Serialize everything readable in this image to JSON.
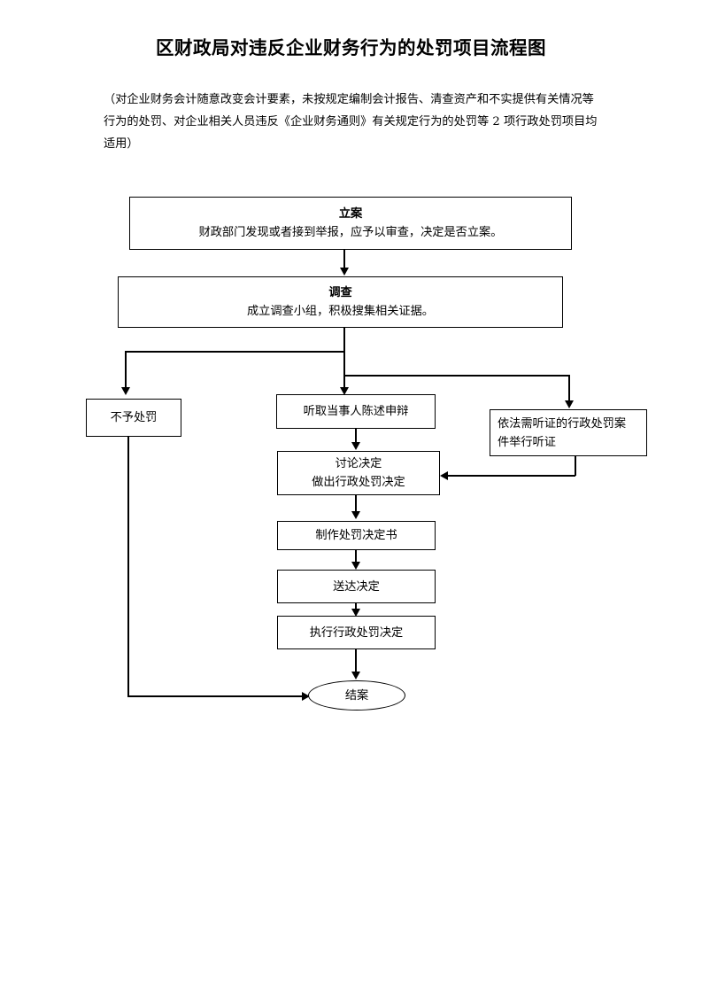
{
  "document": {
    "title": "区财政局对违反企业财务行为的处罚项目流程图",
    "subtitle_lines": [
      "（对企业财务会计随意改变会计要素，未按规定编制会计报告、清查资产和不实提供有关情况等",
      "行为的处罚、对企业相关人员违反《企业财务通则》有关规定行为的处罚等 2 项行政处罚项目均",
      "适用）"
    ]
  },
  "flowchart": {
    "type": "flowchart",
    "orientation": "top-to-bottom",
    "line_color": "#000000",
    "fill_color": "#ffffff",
    "nodes": [
      {
        "id": "liàn",
        "key": "filing",
        "shape": "rect",
        "heading": "立案",
        "body": "财政部门发现或者接到举报，应予以审查，决定是否立案。"
      },
      {
        "id": "investigate",
        "key": "investigation",
        "shape": "rect",
        "heading": "调查",
        "body": "成立调查小组，积极搜集相关证据。"
      },
      {
        "id": "no-penalty",
        "key": "no_penalty",
        "shape": "rect",
        "heading": "",
        "body": "不予处罚"
      },
      {
        "id": "hear-statement",
        "key": "hear_statement",
        "shape": "rect",
        "heading": "",
        "body": "听取当事人陈述申辩"
      },
      {
        "id": "hearing",
        "key": "hearing",
        "shape": "rect",
        "heading": "",
        "body_line1": "依法需听证的行政处罚案",
        "body_line2": "件举行听证"
      },
      {
        "id": "decide",
        "key": "decision",
        "shape": "rect",
        "heading": "讨论决定",
        "body": "做出行政处罚决定"
      },
      {
        "id": "make-doc",
        "key": "make_document",
        "shape": "rect",
        "heading": "",
        "body": "制作处罚决定书"
      },
      {
        "id": "deliver",
        "key": "deliver",
        "shape": "rect",
        "heading": "",
        "body": "送达决定"
      },
      {
        "id": "execute",
        "key": "execute",
        "shape": "rect",
        "heading": "",
        "body": "执行行政处罚决定"
      },
      {
        "id": "close",
        "key": "close_case",
        "shape": "oval",
        "heading": "",
        "body": "结案"
      }
    ],
    "edges": [
      {
        "from": "filing",
        "to": "investigation",
        "label": ""
      },
      {
        "from": "investigation",
        "to": "no_penalty",
        "label": ""
      },
      {
        "from": "investigation",
        "to": "hear_statement",
        "label": ""
      },
      {
        "from": "investigation",
        "to": "hearing",
        "label": ""
      },
      {
        "from": "hear_statement",
        "to": "decision",
        "label": ""
      },
      {
        "from": "hearing",
        "to": "decision",
        "label": ""
      },
      {
        "from": "decision",
        "to": "make_document",
        "label": ""
      },
      {
        "from": "make_document",
        "to": "deliver",
        "label": ""
      },
      {
        "from": "deliver",
        "to": "execute",
        "label": ""
      },
      {
        "from": "execute",
        "to": "close_case",
        "label": ""
      },
      {
        "from": "no_penalty",
        "to": "close_case",
        "label": ""
      }
    ]
  }
}
